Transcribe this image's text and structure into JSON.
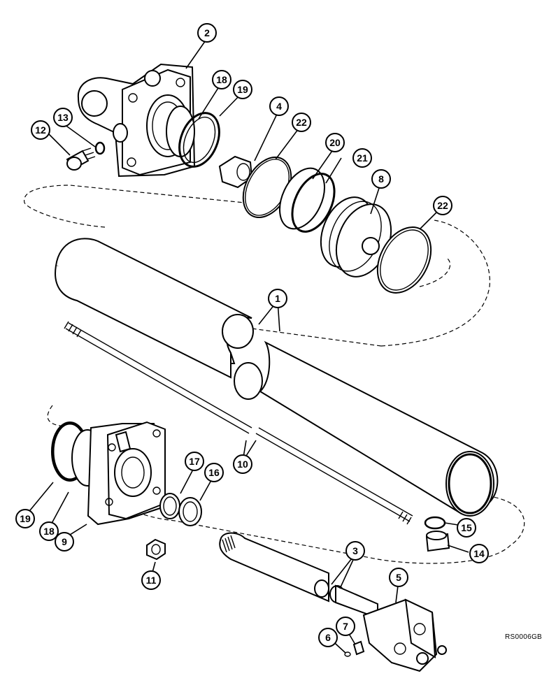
{
  "reference_code": "RS0006GB",
  "callouts": [
    {
      "id": "2",
      "label": "2"
    },
    {
      "id": "18a",
      "label": "18"
    },
    {
      "id": "19a",
      "label": "19"
    },
    {
      "id": "4",
      "label": "4"
    },
    {
      "id": "13",
      "label": "13"
    },
    {
      "id": "12",
      "label": "12"
    },
    {
      "id": "22a",
      "label": "22"
    },
    {
      "id": "20",
      "label": "20"
    },
    {
      "id": "21",
      "label": "21"
    },
    {
      "id": "8",
      "label": "8"
    },
    {
      "id": "22b",
      "label": "22"
    },
    {
      "id": "1",
      "label": "1"
    },
    {
      "id": "10",
      "label": "10"
    },
    {
      "id": "17",
      "label": "17"
    },
    {
      "id": "16",
      "label": "16"
    },
    {
      "id": "19b",
      "label": "19"
    },
    {
      "id": "18b",
      "label": "18"
    },
    {
      "id": "9",
      "label": "9"
    },
    {
      "id": "11",
      "label": "11"
    },
    {
      "id": "15",
      "label": "15"
    },
    {
      "id": "14",
      "label": "14"
    },
    {
      "id": "3",
      "label": "3"
    },
    {
      "id": "5",
      "label": "5"
    },
    {
      "id": "7",
      "label": "7"
    },
    {
      "id": "6",
      "label": "6"
    }
  ]
}
